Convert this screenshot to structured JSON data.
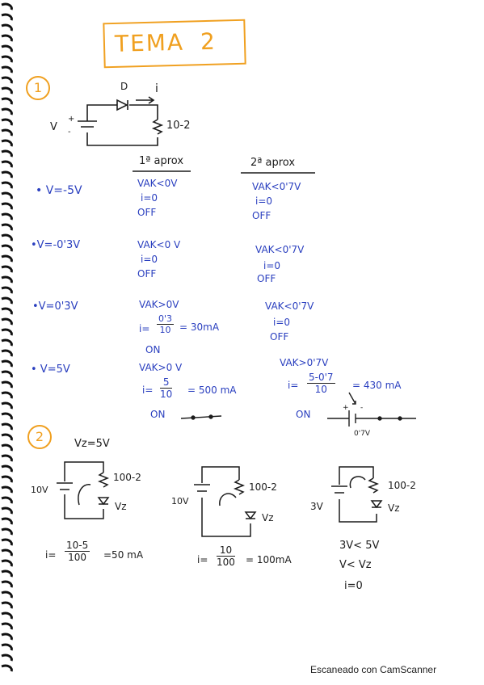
{
  "title": {
    "word": "TEMA",
    "number": "2"
  },
  "ex1": {
    "number": "1",
    "circuit": {
      "V": "V",
      "D": "D",
      "i": "i",
      "R": "10-2"
    },
    "headers": [
      "1ª aprox",
      "2ª aprox"
    ],
    "rows": [
      {
        "v": "• V=-5V",
        "a1": [
          "VAK<0V",
          "i=0",
          "OFF"
        ],
        "a2": [
          "VAK<0'7V",
          "i=0",
          "OFF"
        ]
      },
      {
        "v": "•V=-0'3V",
        "a1": [
          "VAK<0 V",
          "i=0",
          "OFF"
        ],
        "a2": [
          "VAK<0'7V",
          "i=0",
          "OFF"
        ]
      },
      {
        "v": "•V=0'3V",
        "a1": [
          "VAK>0V"
        ],
        "a2": [
          "VAK<0'7V",
          "i=0",
          "OFF"
        ],
        "frac1": {
          "pre": "i=",
          "num": "0'3",
          "den": "10",
          "post": "= 30mA"
        },
        "state1": "ON"
      },
      {
        "v": "• V=5V",
        "a1": [
          "VAK>0 V"
        ],
        "a2": [
          "VAK>0'7V"
        ],
        "frac1": {
          "pre": "i=",
          "num": "5",
          "den": "10",
          "post": "= 500 mA"
        },
        "state1": "ON",
        "frac2": {
          "pre": "i=",
          "num": "5-0'7",
          "den": "10",
          "post": "= 430 mA"
        },
        "state2": "ON",
        "vd": "0'7V",
        "plus": "+",
        "minus": "-"
      }
    ]
  },
  "ex2": {
    "number": "2",
    "vz": "Vz=5V",
    "circuits": [
      {
        "src": "10V",
        "r": "100-2",
        "z": "Vz"
      },
      {
        "src": "10V",
        "r": "100-2",
        "z": "Vz"
      },
      {
        "src": "3V",
        "r": "100-2",
        "z": "Vz"
      }
    ],
    "f1": {
      "pre": "i=",
      "num": "10-5",
      "den": "100",
      "post": "=50 mA"
    },
    "f2": {
      "pre": "i=",
      "num": "10",
      "den": "100",
      "post": "= 100mA"
    },
    "c3": [
      "3V< 5V",
      "V< Vz",
      "i=0"
    ]
  },
  "footer": "Escaneado con CamScanner",
  "colors": {
    "ink": "#2a3fbf",
    "pencil": "#1c1c1c",
    "title": "#f0a020"
  }
}
